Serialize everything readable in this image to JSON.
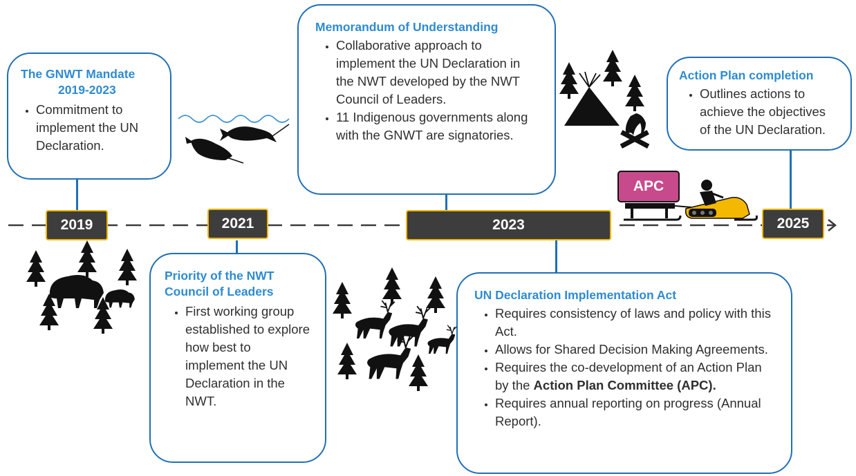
{
  "timeline": {
    "years": [
      "2019",
      "2021",
      "2023",
      "2025"
    ],
    "arrow_icon": "arrow-right-icon"
  },
  "events": {
    "mandate": {
      "title_line1": "The GNWT Mandate",
      "title_line2": "2019-2023",
      "bullets": [
        "Commitment to implement the UN Declaration."
      ]
    },
    "priority": {
      "title": "Priority of the NWT Council of Leaders",
      "bullets": [
        "First working group established to explore how best to implement the UN Declaration in the NWT."
      ]
    },
    "mou": {
      "title": "Memorandum of Understanding",
      "bullets": [
        "Collaborative approach to implement the UN Declaration in the NWT developed by the NWT Council of Leaders.",
        "11 Indigenous governments along with the GNWT are signatories."
      ]
    },
    "act": {
      "title": "UN Declaration Implementation Act",
      "bullets": [
        "Requires consistency of laws and policy with this Act.",
        "Allows for Shared Decision Making Agreements.",
        "Requires the co-development of an Action Plan by the",
        "Requires annual reporting on progress (Annual Report)."
      ],
      "bold_suffix": "Action Plan Committee (APC)."
    },
    "action_plan": {
      "title": "Action Plan completion",
      "bullets": [
        "Outlines actions to achieve the objectives of the UN Declaration."
      ]
    }
  },
  "apc_label": "APC",
  "colors": {
    "box_border": "#1f6fb6",
    "title": "#2e8bd1",
    "year_fill": "#3d3d3d",
    "year_border": "#f2b600",
    "apc_fill": "#c64a8c",
    "snowmobile": "#f5b800"
  },
  "icons": [
    "narwhal-icon",
    "bison-icon",
    "caribou-icon",
    "tree-icon",
    "tipi-icon",
    "campfire-icon",
    "gavel-icon",
    "snowmobile-icon",
    "sled-icon",
    "wave-icon"
  ]
}
